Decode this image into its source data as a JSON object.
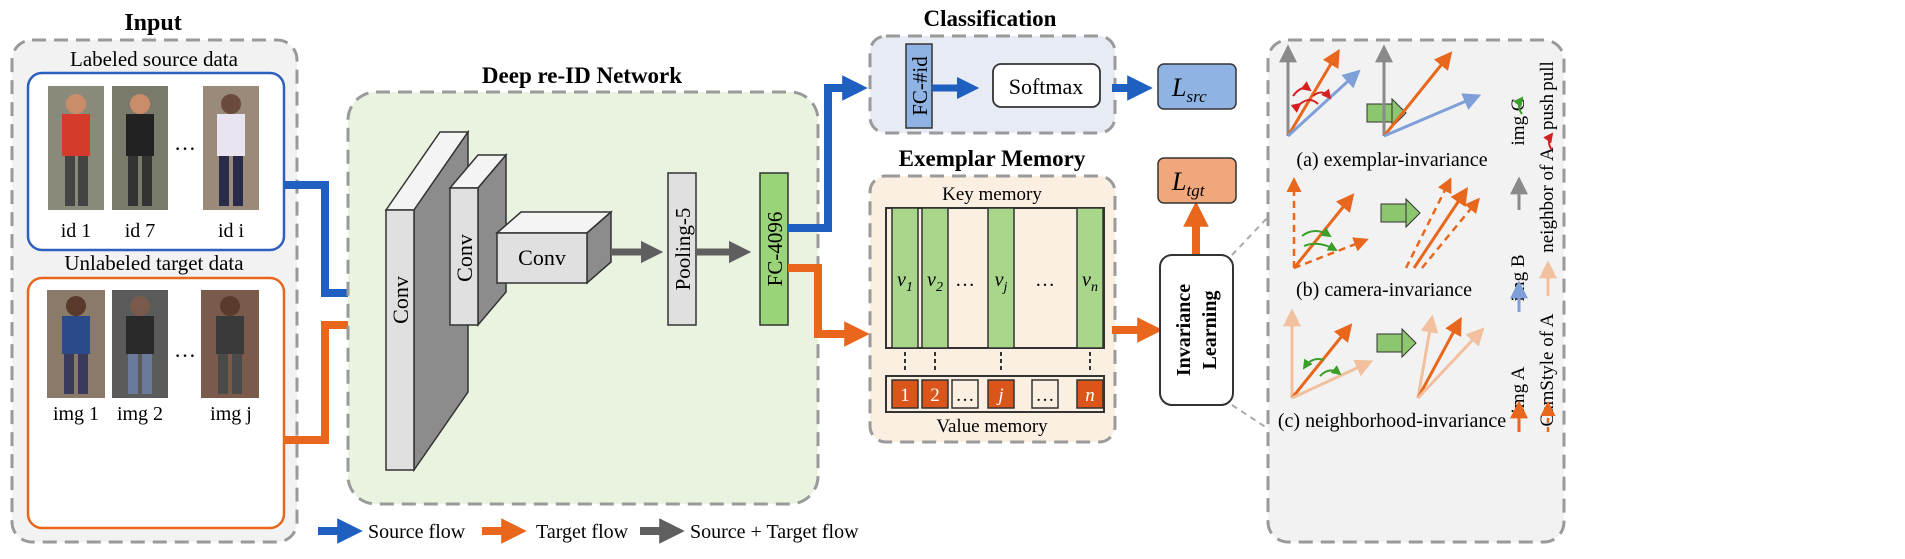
{
  "input": {
    "title": "Input",
    "labeled": {
      "label": "Labeled source data",
      "images": [
        "id 1",
        "id 7",
        "id i"
      ],
      "ellipsis": "…"
    },
    "unlabeled": {
      "label": "Unlabeled target data",
      "images": [
        "img 1",
        "img 2",
        "img j"
      ],
      "ellipsis": "…"
    }
  },
  "network": {
    "title": "Deep re-ID Network",
    "layers": [
      "Conv",
      "Conv",
      "Conv",
      "Pooling-5",
      "FC-4096"
    ]
  },
  "classification": {
    "title": "Classification",
    "fc": "FC-#id",
    "softmax": "Softmax",
    "loss": "L_src"
  },
  "memory": {
    "title": "Exemplar Memory",
    "key_label": "Key memory",
    "value_label": "Value memory",
    "keys": [
      "v1",
      "v2",
      "…",
      "vj",
      "…",
      "vn"
    ],
    "values": [
      "1",
      "2",
      "…",
      "j",
      "…",
      "n"
    ]
  },
  "invariance": {
    "block_label": [
      "Invariance",
      "Learning"
    ],
    "loss": "L_tgt",
    "panels": [
      "(a) exemplar-invariance",
      "(b) camera-invariance",
      "(c) neighborhood-invariance"
    ],
    "legend": {
      "img_c": "img C",
      "neighbor": "neighbor of A",
      "img_b": "img B",
      "img_a": "img A",
      "camstyle": "CamStyle of A",
      "pull": "pull",
      "push": "push"
    }
  },
  "flow_legend": [
    "Source flow",
    "Target flow",
    "Source + Target flow"
  ],
  "colors": {
    "source": "#1f5fbf",
    "target": "#e8671c",
    "shared": "#5f5f5f",
    "network_bg": "#e9f3df",
    "classification_bg": "#e7ecf4",
    "memory_bg": "#fbefe2",
    "input_bg": "#f2f2f2",
    "key_cell": "#a8d68a",
    "value_cell": "#d9551a",
    "loss_src": "#8fb4e3",
    "loss_tgt": "#f0a77b"
  }
}
